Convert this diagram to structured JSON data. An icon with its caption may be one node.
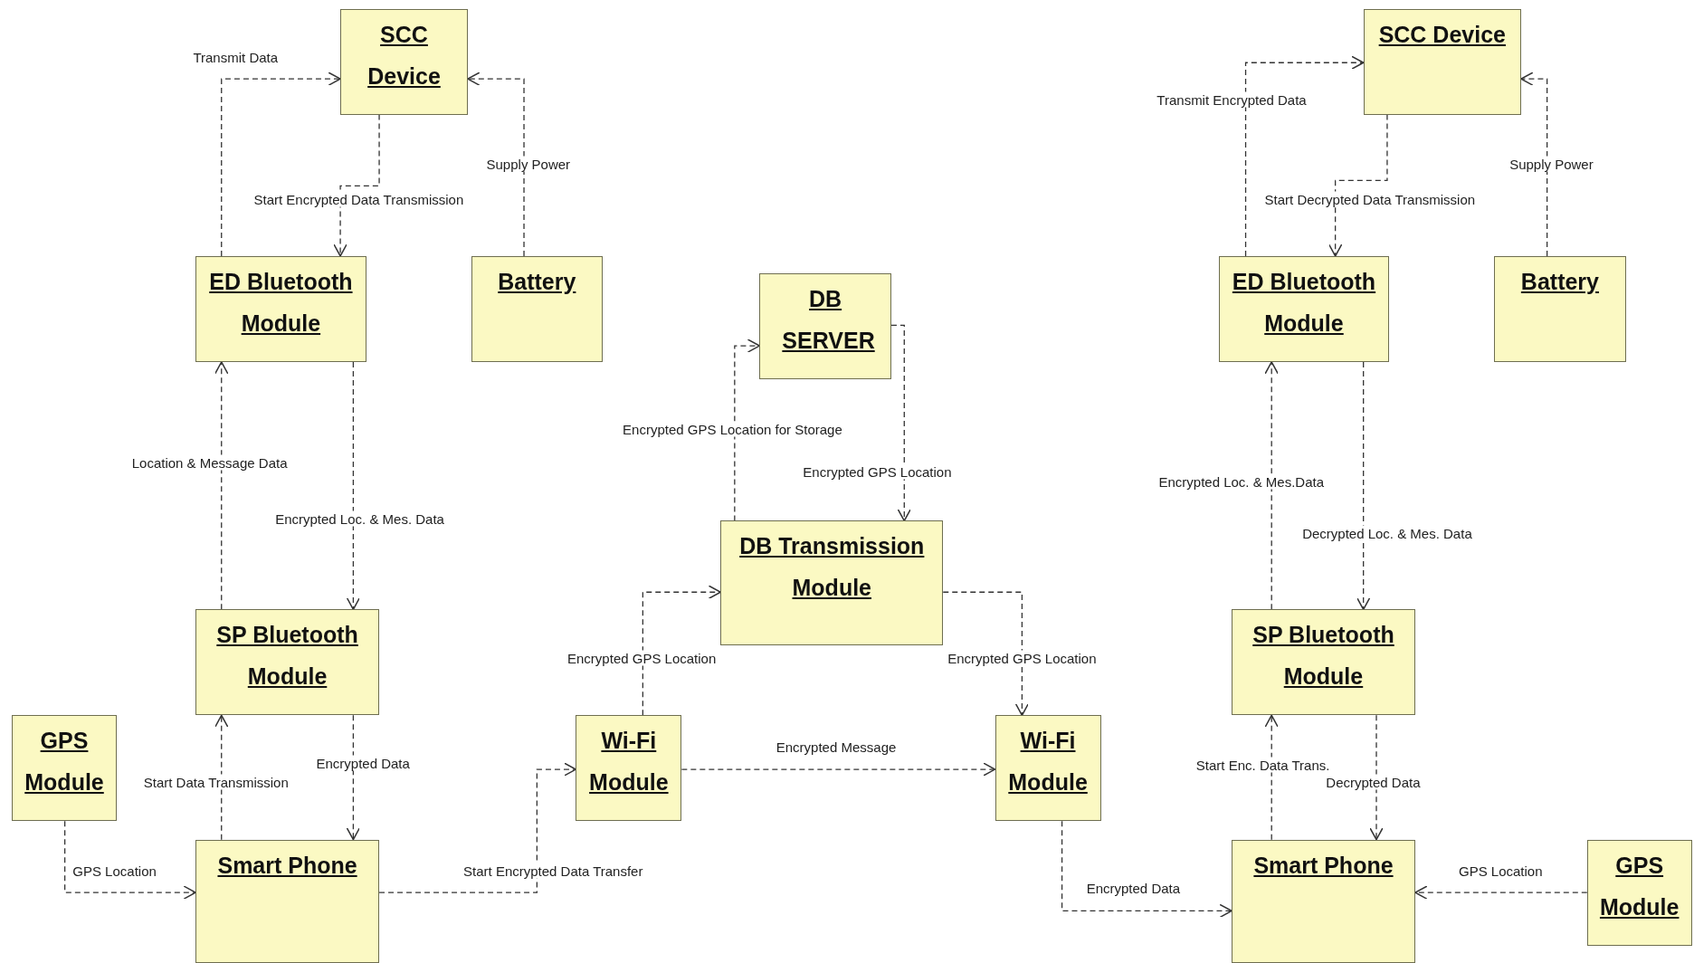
{
  "diagram": {
    "nodes": [
      {
        "text": [
          "SCC Device"
        ]
      },
      {
        "text": [
          "ED Bluetooth Module"
        ]
      },
      {
        "text": [
          "Battery"
        ]
      },
      {
        "text": [
          "DB SERVER"
        ]
      },
      {
        "text": [
          "DB Transmission Module"
        ]
      },
      {
        "text": [
          "SP Bluetooth Module"
        ]
      },
      {
        "text": [
          "GPS Module"
        ]
      },
      {
        "text": [
          "Smart Phone"
        ]
      },
      {
        "text": [
          "Wi-Fi Module"
        ]
      },
      {
        "text": [
          "Wi-Fi Module"
        ]
      },
      {
        "text": [
          "SCC Device"
        ]
      },
      {
        "text": [
          "ED Bluetooth Module"
        ]
      },
      {
        "text": [
          "Battery"
        ]
      },
      {
        "text": [
          "SP Bluetooth Module"
        ]
      },
      {
        "text": [
          "Smart Phone"
        ]
      },
      {
        "text": [
          "GPS Module"
        ]
      }
    ],
    "edges": [
      {
        "from": 1,
        "to": 0,
        "arrow": "to",
        "label": "Transmit Data"
      },
      {
        "from": 0,
        "to": 1,
        "arrow": "to",
        "label": "Start Encrypted Data Transmission"
      },
      {
        "from": 2,
        "to": 0,
        "arrow": "to",
        "label": "Supply Power"
      },
      {
        "from": 5,
        "to": 1,
        "arrow": "to",
        "label": "Location & Message Data"
      },
      {
        "from": 1,
        "to": 5,
        "arrow": "to",
        "label": "Encrypted Loc. & Mes. Data"
      },
      {
        "from": 7,
        "to": 5,
        "arrow": "to",
        "label": "Start Data Transmission"
      },
      {
        "from": 5,
        "to": 7,
        "arrow": "to",
        "label": "Encrypted Data"
      },
      {
        "from": 6,
        "to": 7,
        "arrow": "to",
        "label": "GPS Location"
      },
      {
        "from": 7,
        "to": 8,
        "arrow": "to",
        "label": "Start Encrypted Data Transfer"
      },
      {
        "from": 8,
        "to": 4,
        "arrow": "to",
        "label": "Encrypted GPS Location"
      },
      {
        "from": 4,
        "to": 3,
        "arrow": "to",
        "label": "Encrypted GPS Location for Storage"
      },
      {
        "from": 3,
        "to": 4,
        "arrow": "to",
        "label": "Encrypted GPS Location"
      },
      {
        "from": 4,
        "to": 9,
        "arrow": "to",
        "label": "Encrypted GPS Location"
      },
      {
        "from": 8,
        "to": 9,
        "arrow": "to",
        "label": "Encrypted Message"
      },
      {
        "from": 9,
        "to": 14,
        "arrow": "to",
        "label": "Encrypted Data"
      },
      {
        "from": 11,
        "to": 10,
        "arrow": "to",
        "label": "Transmit Encrypted Data"
      },
      {
        "from": 10,
        "to": 11,
        "arrow": "to",
        "label": "Start Decrypted Data Transmission"
      },
      {
        "from": 12,
        "to": 10,
        "arrow": "to",
        "label": "Supply Power"
      },
      {
        "from": 13,
        "to": 11,
        "arrow": "to",
        "label": "Encrypted Loc. & Mes.Data"
      },
      {
        "from": 11,
        "to": 13,
        "arrow": "to",
        "label": "Decrypted Loc. & Mes. Data"
      },
      {
        "from": 14,
        "to": 13,
        "arrow": "to",
        "label": "Start Enc. Data Trans."
      },
      {
        "from": 13,
        "to": 14,
        "arrow": "to",
        "label": "Decrypted Data"
      },
      {
        "from": 15,
        "to": 14,
        "arrow": "to",
        "label": "GPS Location"
      }
    ]
  }
}
